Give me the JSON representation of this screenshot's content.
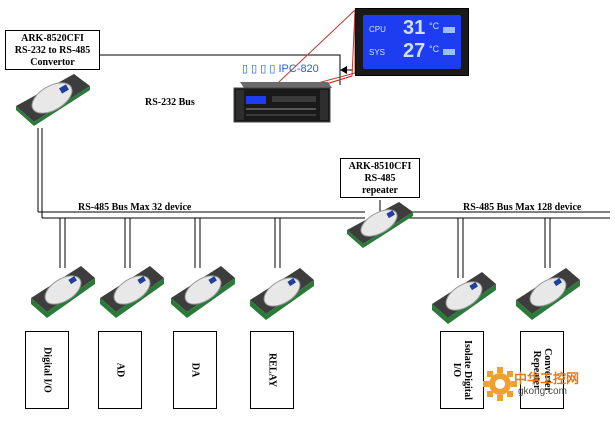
{
  "converter": {
    "lines": [
      "ARK-8520CFI",
      "RS-232 to RS-485",
      "Convertor"
    ]
  },
  "repeater": {
    "lines": [
      "ARK-8510CFI",
      "RS-485",
      "repeater"
    ]
  },
  "ipc_label": "IPC-820",
  "lcd": {
    "cpu_label": "CPU",
    "cpu_value": "31",
    "sys_label": "SYS",
    "sys_value": "27",
    "unit": "°C"
  },
  "bus": {
    "rs232": "RS-232 Bus",
    "rs485_left": "RS-485 Bus Max 32 device",
    "rs485_right": "RS-485 Bus  Max 128 device"
  },
  "devices": [
    {
      "label": "Digital I/O"
    },
    {
      "label": "AD"
    },
    {
      "label": "DA"
    },
    {
      "label": "RELAY"
    },
    {
      "label": "Isolate Digital I/O"
    },
    {
      "label": "Converter Repeater"
    }
  ],
  "watermark": {
    "text": "中华工控网",
    "url": "gkong.com"
  },
  "colors": {
    "lcd_blue": "#1e3cf0",
    "arrow_red": "#c0392b",
    "module_green": "#2a7a3a",
    "ipc_blue": "#1f63c8"
  }
}
